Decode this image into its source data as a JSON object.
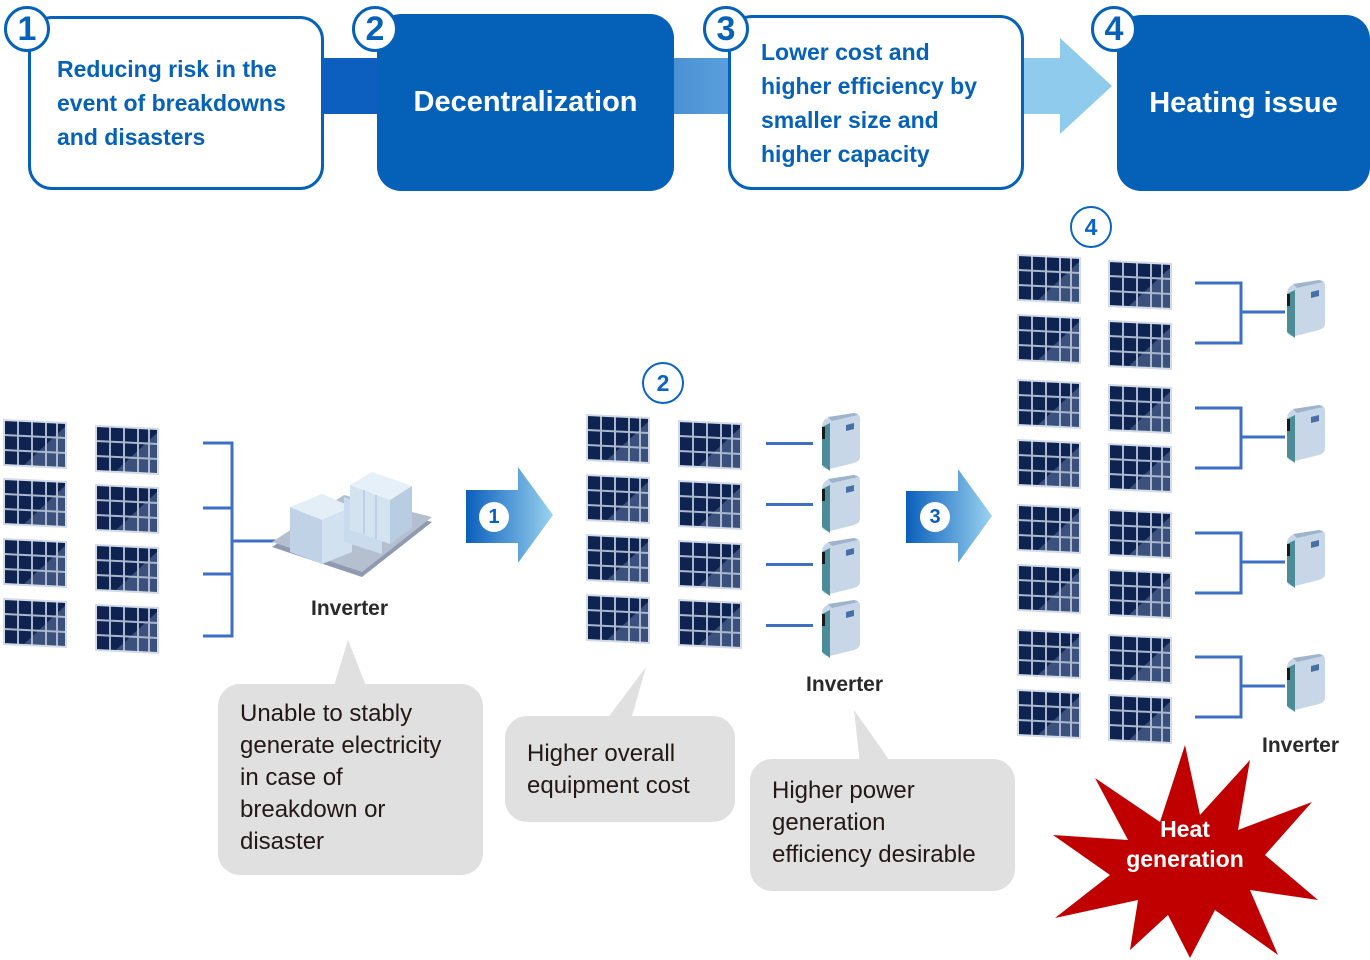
{
  "banner": {
    "steps": [
      {
        "number": "1",
        "text": "Reducing risk in the event of breakdowns and disasters",
        "lines": [
          "Reducing risk in the",
          "event of breakdowns",
          "and disasters"
        ],
        "style": "outline"
      },
      {
        "number": "2",
        "text": "Decentralization",
        "style": "filled"
      },
      {
        "number": "3",
        "text": "Lower cost and higher efficiency by smaller size and higher capacity",
        "lines": [
          "Lower cost and",
          "higher efficiency by",
          "smaller size and",
          "higher capacity"
        ],
        "style": "outline"
      },
      {
        "number": "4",
        "text": "Heating issue",
        "style": "filled"
      }
    ]
  },
  "stages": [
    {
      "id": "centralized",
      "inverter_label": "Inverter",
      "inverter_type": "central-inverter-icon",
      "panel_count": 8,
      "inverter_count": 1,
      "bubble": {
        "lines": [
          "Unable to stably",
          "generate electricity",
          "in case of",
          "breakdown or",
          "disaster"
        ]
      }
    },
    {
      "id": "decentralized",
      "marker": "2",
      "inverter_label": "Inverter",
      "inverter_type": "string-inverter-icon",
      "panel_count": 8,
      "inverter_count": 4,
      "bubbles": [
        {
          "lines": [
            "Higher overall",
            "equipment cost"
          ]
        },
        {
          "lines": [
            "Higher power",
            "generation",
            "efficiency desirable"
          ]
        }
      ]
    },
    {
      "id": "high-capacity",
      "marker": "4",
      "inverter_label": "Inverter",
      "inverter_type": "string-inverter-icon",
      "panel_count": 16,
      "inverter_count": 4,
      "burst": {
        "lines": [
          "Heat",
          "generation"
        ]
      }
    }
  ],
  "transition_arrows": [
    {
      "number": "1"
    },
    {
      "number": "3"
    }
  ],
  "colors": {
    "brand_blue": "#0560b7",
    "outline_blue": "#0562b8",
    "wire_blue": "#3d6fc4",
    "panel_dark": "#0f2350",
    "panel_light": "#3b507a",
    "bubble_gray": "#e0e0e0",
    "heat_red": "#c00000"
  }
}
